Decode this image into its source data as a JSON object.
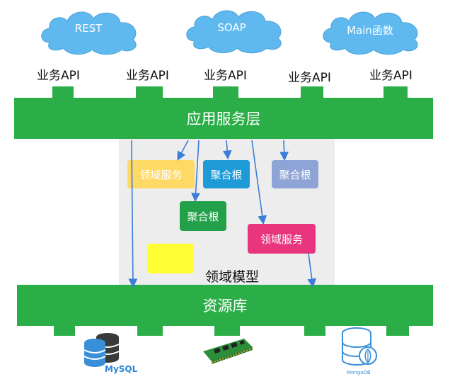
{
  "clouds": [
    {
      "label": "REST"
    },
    {
      "label": "SOAP"
    },
    {
      "label": "Main函数"
    }
  ],
  "apis": [
    "业务API",
    "业务API",
    "业务API",
    "业务API",
    "业务API"
  ],
  "app_layer": "应用服务层",
  "domain": {
    "boxes": [
      {
        "label": "领域服务",
        "color": "#ffd965"
      },
      {
        "label": "聚合根",
        "color": "#1e9ad6"
      },
      {
        "label": "聚合根",
        "color": "#8fa4d6"
      },
      {
        "label": "聚合根",
        "color": "#23a04a"
      },
      {
        "label": "领域服务",
        "color": "#e8357e"
      }
    ],
    "model_label": "领域模型"
  },
  "repository": "资源库",
  "storage": {
    "mysql_label": "MySQL",
    "mongodb_label": "MongoDB"
  },
  "colors": {
    "cloud": "#5fb9ee",
    "layer": "#2bad47",
    "domain_bg": "#ededed",
    "arrow": "#3b7dd8",
    "yellow_box": "#ffff33"
  }
}
